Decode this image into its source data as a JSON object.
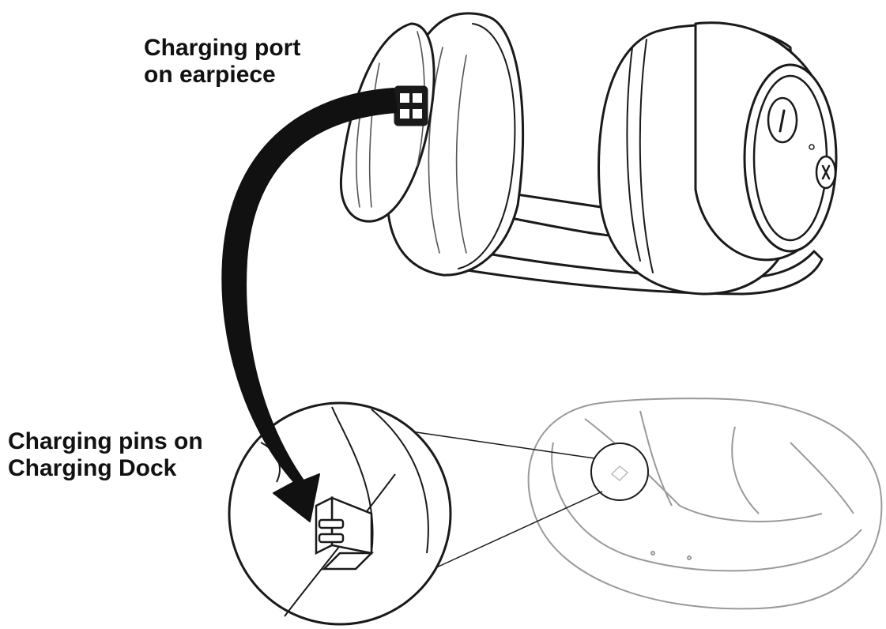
{
  "labels": {
    "port_line1": "Charging port",
    "port_line2": "on earpiece",
    "pins_line1": "Charging pins on",
    "pins_line2": "Charging Dock"
  },
  "colors": {
    "ink": "#111111",
    "line": "#1a1a1a",
    "light_line": "#9a9a9a",
    "background": "#ffffff"
  }
}
